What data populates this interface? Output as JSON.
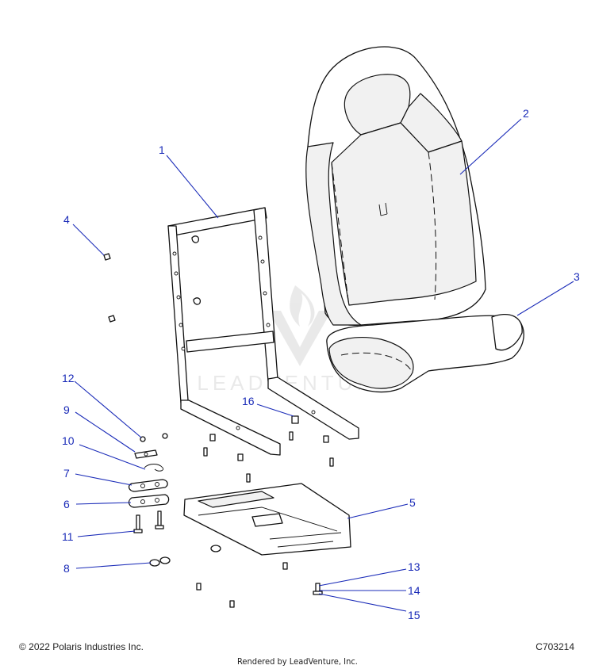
{
  "diagram": {
    "callouts": [
      {
        "id": "1"
      },
      {
        "id": "2"
      },
      {
        "id": "3"
      },
      {
        "id": "4"
      },
      {
        "id": "5"
      },
      {
        "id": "6"
      },
      {
        "id": "7"
      },
      {
        "id": "8"
      },
      {
        "id": "9"
      },
      {
        "id": "10"
      },
      {
        "id": "11"
      },
      {
        "id": "12"
      },
      {
        "id": "13"
      },
      {
        "id": "14"
      },
      {
        "id": "15"
      },
      {
        "id": "16"
      }
    ],
    "watermark_text": "LEADVENTURE",
    "callout_color": "#1a2bb8"
  },
  "footer": {
    "copyright": "© 2022 Polaris Industries Inc.",
    "diagram_code": "C703214",
    "rendered_by": "Rendered by LeadVenture, Inc."
  }
}
